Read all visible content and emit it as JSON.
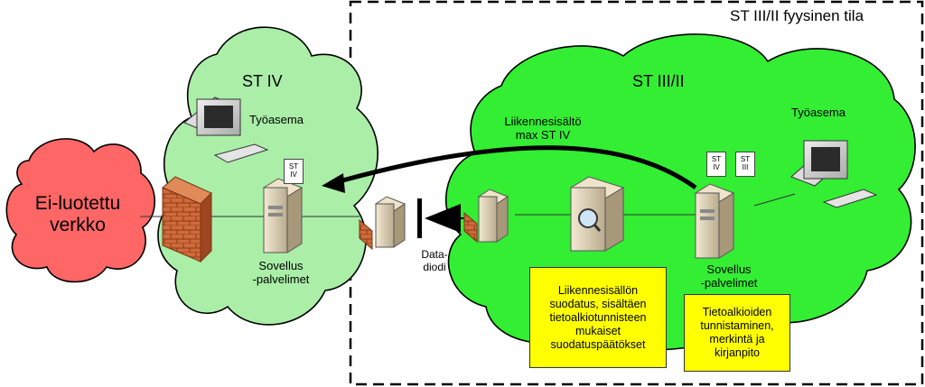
{
  "zones": {
    "physical_area_label": "ST III/II fyysinen tila",
    "st4_cloud_label": "ST IV",
    "st32_cloud_label": "ST III/II",
    "untrusted_cloud_label_line1": "Ei-luotettu",
    "untrusted_cloud_label_line2": "verkko"
  },
  "labels": {
    "workstation_left": "Työasema",
    "workstation_right": "Työasema",
    "app_servers_left_line1": "Sovellus",
    "app_servers_left_line2": "-palvelimet",
    "app_servers_right_line1": "Sovellus",
    "app_servers_right_line2": "-palvelimet",
    "data_diode_line1": "Data-",
    "data_diode_line2": "diodi",
    "traffic_content_line1": "Liikennesisältö",
    "traffic_content_line2": "max ST IV"
  },
  "doc_tags": {
    "left_line1": "ST",
    "left_line2": "IV",
    "right_a_line1": "ST",
    "right_a_line2": "IV",
    "right_b_line1": "ST",
    "right_b_line2": "III"
  },
  "notes": {
    "filtering": [
      "Liikennesisällön",
      "suodatus, sisältäen",
      "tietoalkiotunnisteen",
      "mukaiset",
      "suodatuspäätökset"
    ],
    "identification": [
      "Tietoalkioiden",
      "tunnistaminen,",
      "merkintä ja",
      "kirjanpito"
    ]
  },
  "colors": {
    "st4_cloud": "#aaeea8",
    "st32_cloud": "#33ee33",
    "untrusted_cloud": "#ff6666",
    "note_fill": "#ffff00",
    "firewall": "#c85a28"
  }
}
